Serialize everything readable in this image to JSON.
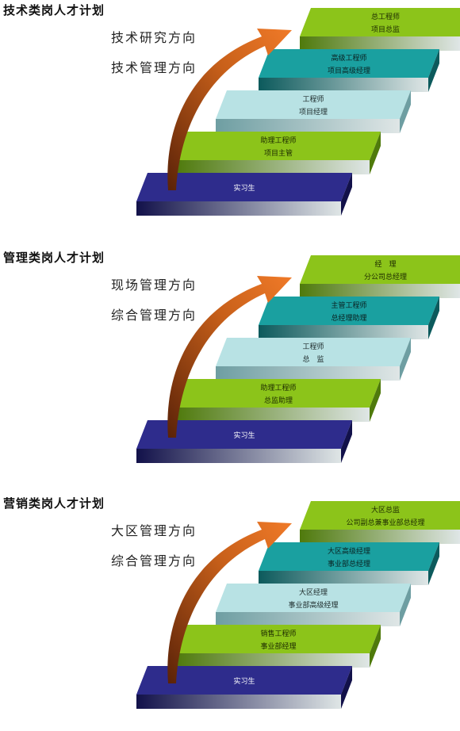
{
  "sections": [
    {
      "title": "技术类岗人才计划",
      "directions": [
        "技术研究方向",
        "技术管理方向"
      ],
      "steps": [
        {
          "line1": "实习生",
          "line2": "",
          "color": "navy"
        },
        {
          "line1": "助理工程师",
          "line2": "项目主管",
          "color": "green"
        },
        {
          "line1": "工程师",
          "line2": "项目经理",
          "color": "lightblue"
        },
        {
          "line1": "高级工程师",
          "line2": "项目高级经理",
          "color": "teal"
        },
        {
          "line1": "总工程师",
          "line2": "项目总监",
          "color": "green"
        }
      ]
    },
    {
      "title": "管理类岗人才计划",
      "directions": [
        "现场管理方向",
        "综合管理方向"
      ],
      "steps": [
        {
          "line1": "实习生",
          "line2": "",
          "color": "navy"
        },
        {
          "line1": "助理工程师",
          "line2": "总监助理",
          "color": "green"
        },
        {
          "line1": "工程师",
          "line2": "总　监",
          "color": "lightblue"
        },
        {
          "line1": "主管工程师",
          "line2": "总经理助理",
          "color": "teal"
        },
        {
          "line1": "经　理",
          "line2": "分公司总经理",
          "color": "green"
        }
      ]
    },
    {
      "title": "营销类岗人才计划",
      "directions": [
        "大区管理方向",
        "综合管理方向"
      ],
      "steps": [
        {
          "line1": "实习生",
          "line2": "",
          "color": "navy"
        },
        {
          "line1": "销售工程师",
          "line2": "事业部经理",
          "color": "green"
        },
        {
          "line1": "大区经理",
          "line2": "事业部高级经理",
          "color": "lightblue"
        },
        {
          "line1": "大区高级经理",
          "line2": "事业部总经理",
          "color": "teal"
        },
        {
          "line1": "大区总监",
          "line2": "公司副总兼事业部总经理",
          "color": "green"
        }
      ]
    }
  ],
  "colors": {
    "navy": {
      "top": "#2e2c8c",
      "side": "#12114a",
      "text": "#ffffff"
    },
    "green": {
      "top": "#8cc41a",
      "side": "#4f7a0c",
      "text": "#1d2a00"
    },
    "lightblue": {
      "top": "#b8e2e4",
      "side": "#6e9ea2",
      "text": "#1d2a2a"
    },
    "teal": {
      "top": "#1aa0a0",
      "side": "#0c5a5c",
      "text": "#0a2020"
    },
    "arrow": "#c8601a"
  }
}
